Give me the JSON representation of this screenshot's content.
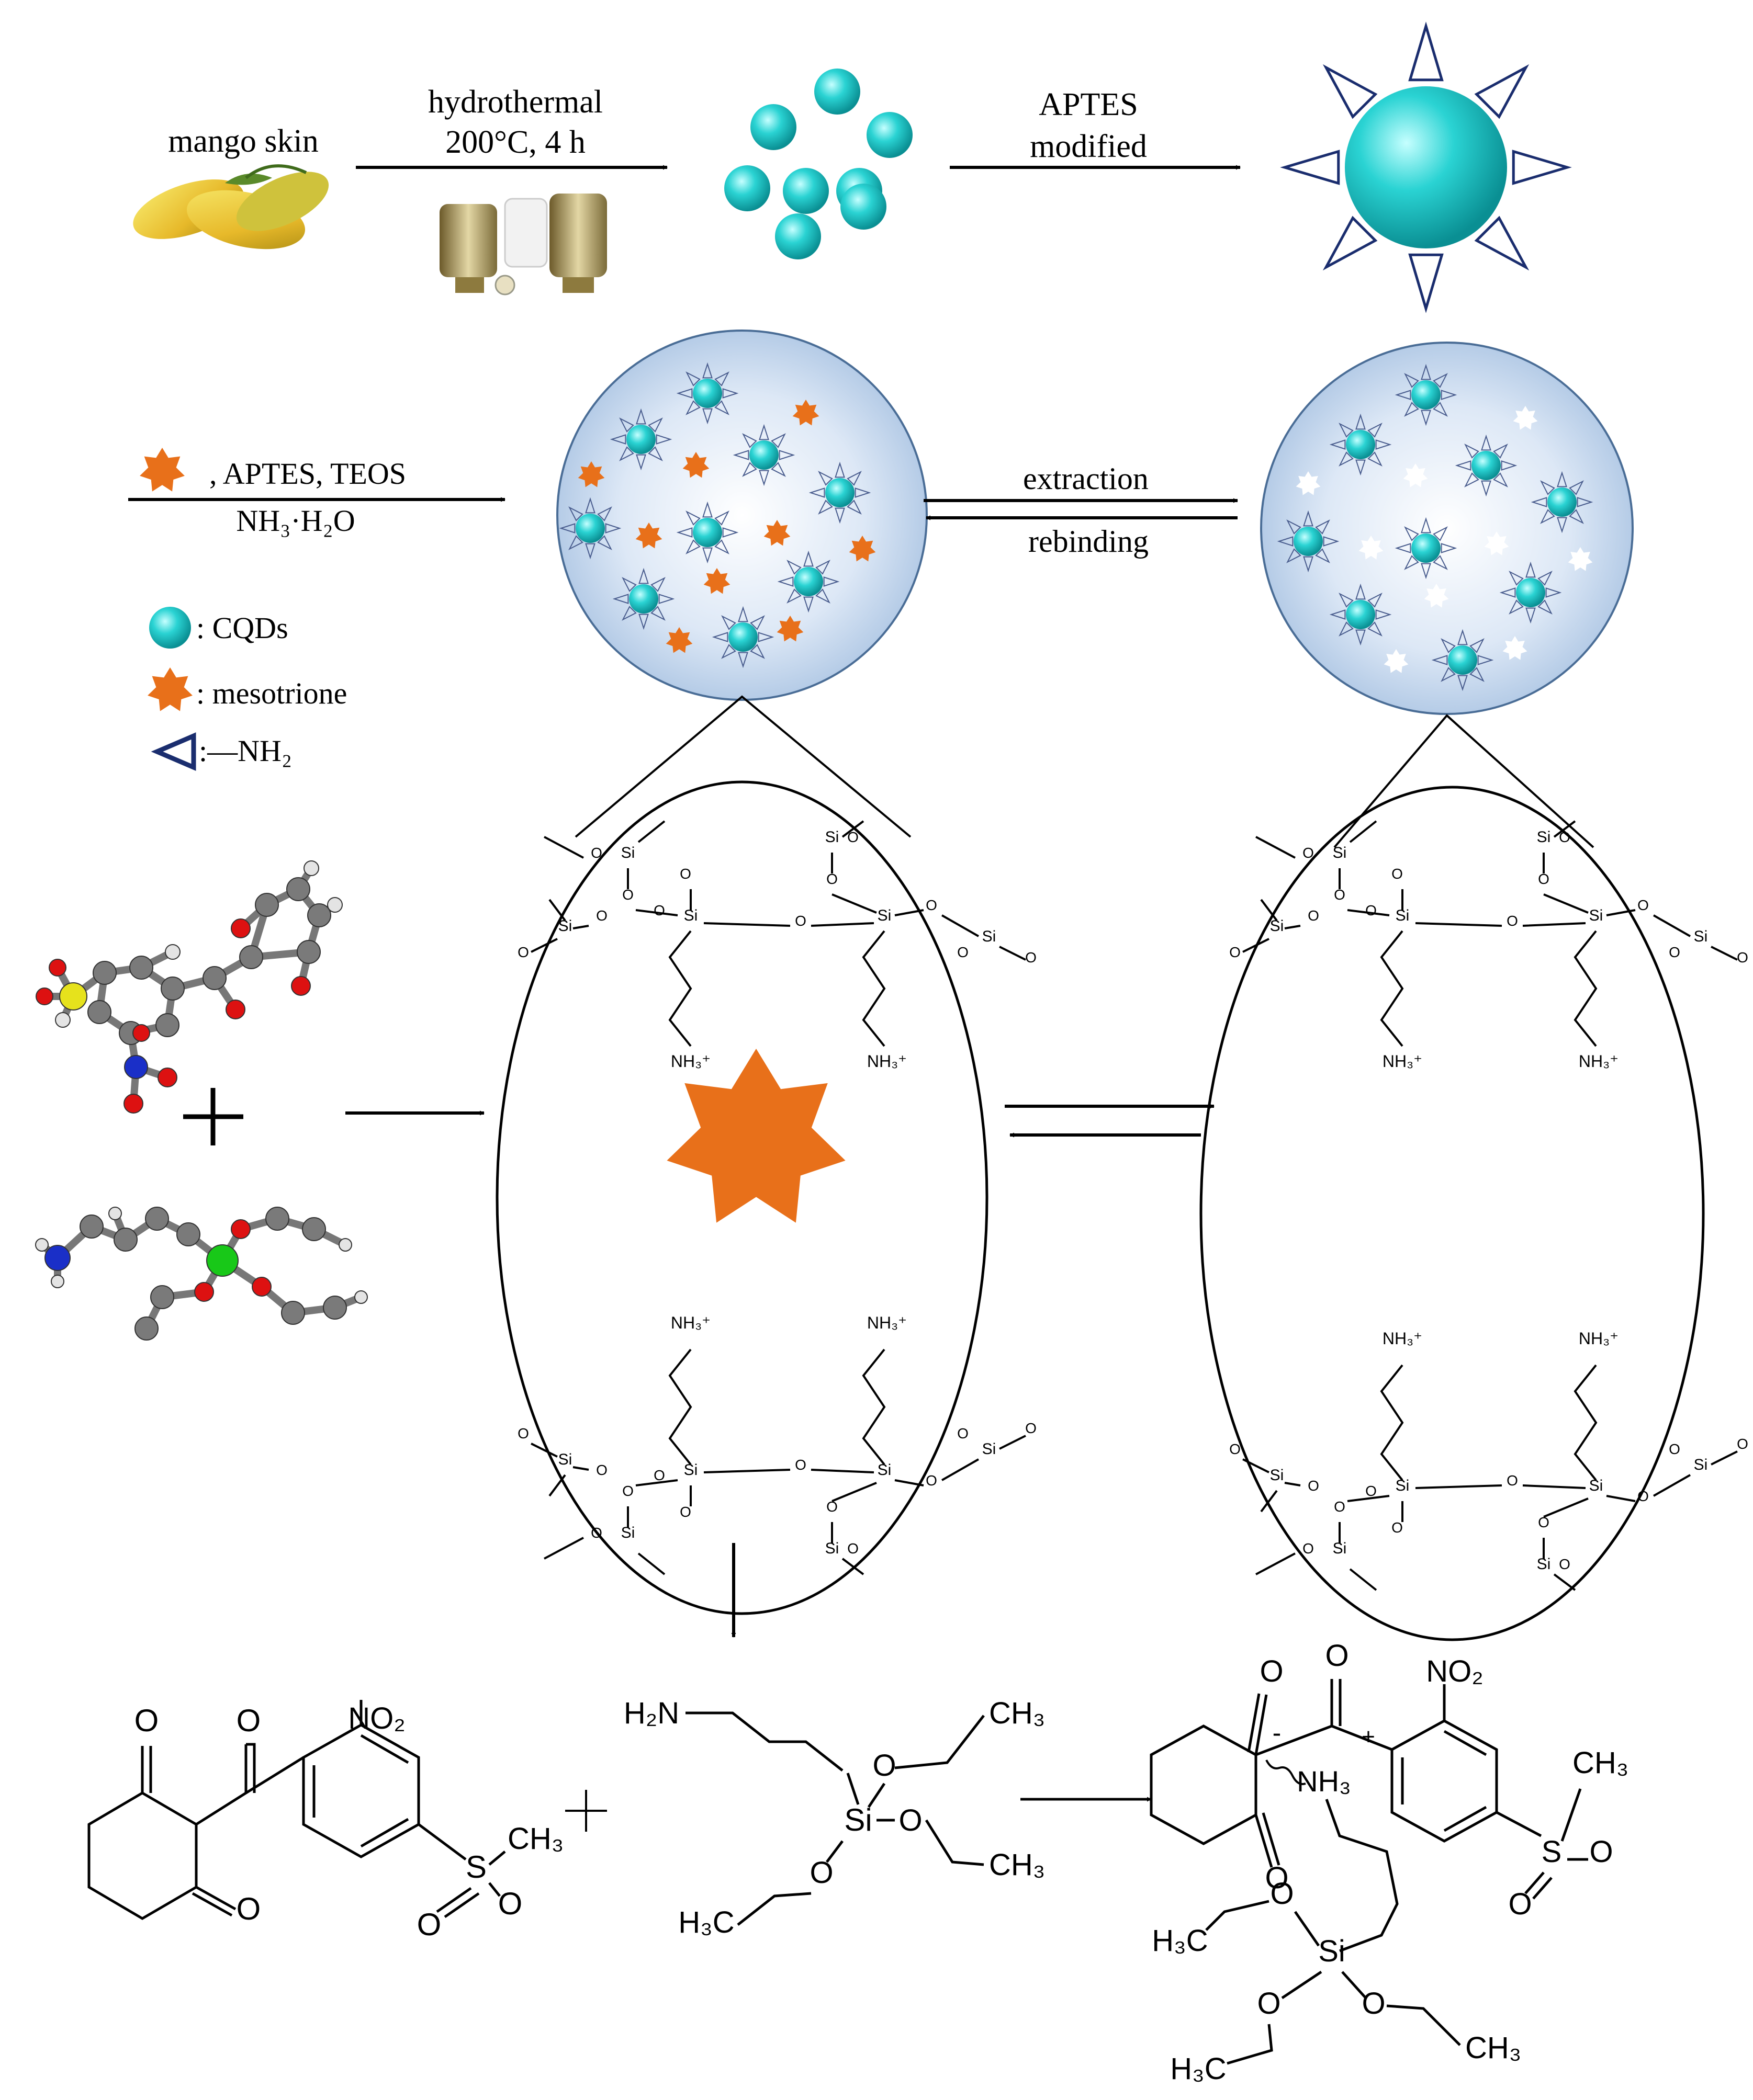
{
  "row1": {
    "source_label": "mango skin",
    "step1_line1": "hydrothermal",
    "step1_line2": "200°C, 4 h",
    "step2_line1": "APTES",
    "step2_line2": "modified"
  },
  "row2": {
    "reagents": ", APTES, TEOS",
    "base": "NH₃·H₂O",
    "forward_label": "extraction",
    "reverse_label": "rebinding"
  },
  "legend": {
    "cqd_label": ": CQDs",
    "template_label": ": mesotrione",
    "amine_label": ":—NH₂"
  },
  "chem": {
    "si": "Si",
    "o": "O",
    "nh3": "NH₃⁺",
    "no2": "NO₂",
    "ch3": "CH₃",
    "h3c": "H₃C",
    "s": "S",
    "h2n": "H₂N",
    "nh3_plain": "NH₃",
    "plus_charge": "+",
    "minus_charge": "-"
  },
  "colors": {
    "cqd": "#1fc6c6",
    "template": "#e8701a",
    "silica": "#c9ddf2",
    "amine_outline": "#1a2d6e"
  }
}
